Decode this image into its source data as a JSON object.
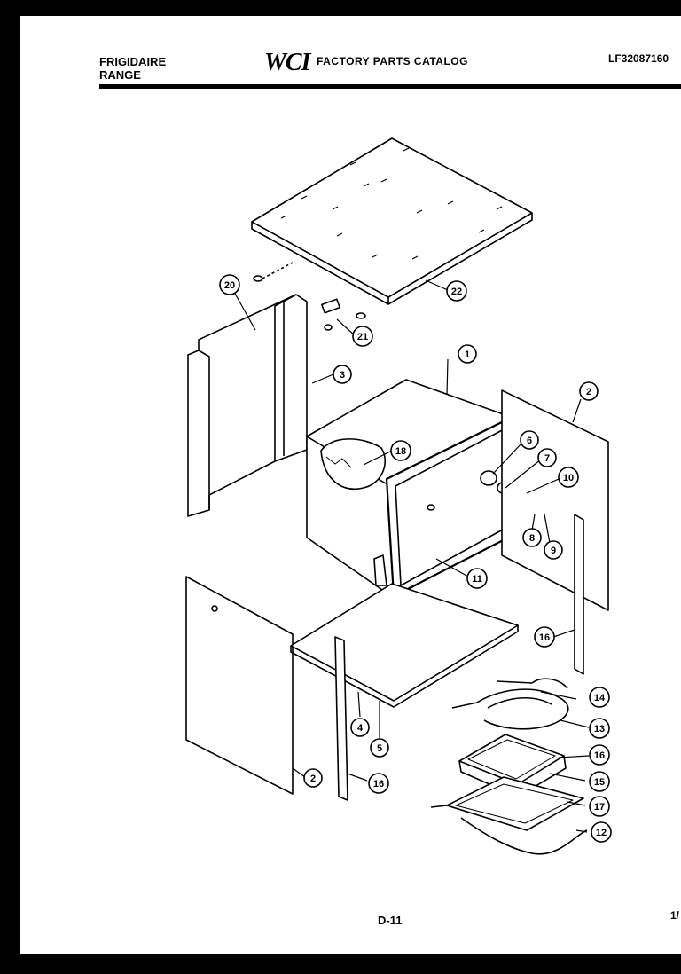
{
  "header": {
    "brand_line1": "FRIGIDAIRE",
    "brand_line2": "RANGE",
    "logo_text": "WCI",
    "catalog_title": "FACTORY PARTS CATALOG",
    "document_number": "LF32087160"
  },
  "footer": {
    "page_number": "D-11",
    "corner_mark": "1/"
  },
  "callouts": [
    {
      "id": "c1",
      "label": "1"
    },
    {
      "id": "c2a",
      "label": "2"
    },
    {
      "id": "c2b",
      "label": "2"
    },
    {
      "id": "c3",
      "label": "3"
    },
    {
      "id": "c4",
      "label": "4"
    },
    {
      "id": "c5",
      "label": "5"
    },
    {
      "id": "c6",
      "label": "6"
    },
    {
      "id": "c7",
      "label": "7"
    },
    {
      "id": "c8",
      "label": "8"
    },
    {
      "id": "c9",
      "label": "9"
    },
    {
      "id": "c10",
      "label": "10"
    },
    {
      "id": "c11",
      "label": "11"
    },
    {
      "id": "c12",
      "label": "12"
    },
    {
      "id": "c13",
      "label": "13"
    },
    {
      "id": "c14",
      "label": "14"
    },
    {
      "id": "c15",
      "label": "15"
    },
    {
      "id": "c16a",
      "label": "16"
    },
    {
      "id": "c16b",
      "label": "16"
    },
    {
      "id": "c16c",
      "label": "16"
    },
    {
      "id": "c17",
      "label": "17"
    },
    {
      "id": "c18",
      "label": "18"
    },
    {
      "id": "c20",
      "label": "20"
    },
    {
      "id": "c21",
      "label": "21"
    },
    {
      "id": "c22",
      "label": "22"
    }
  ]
}
